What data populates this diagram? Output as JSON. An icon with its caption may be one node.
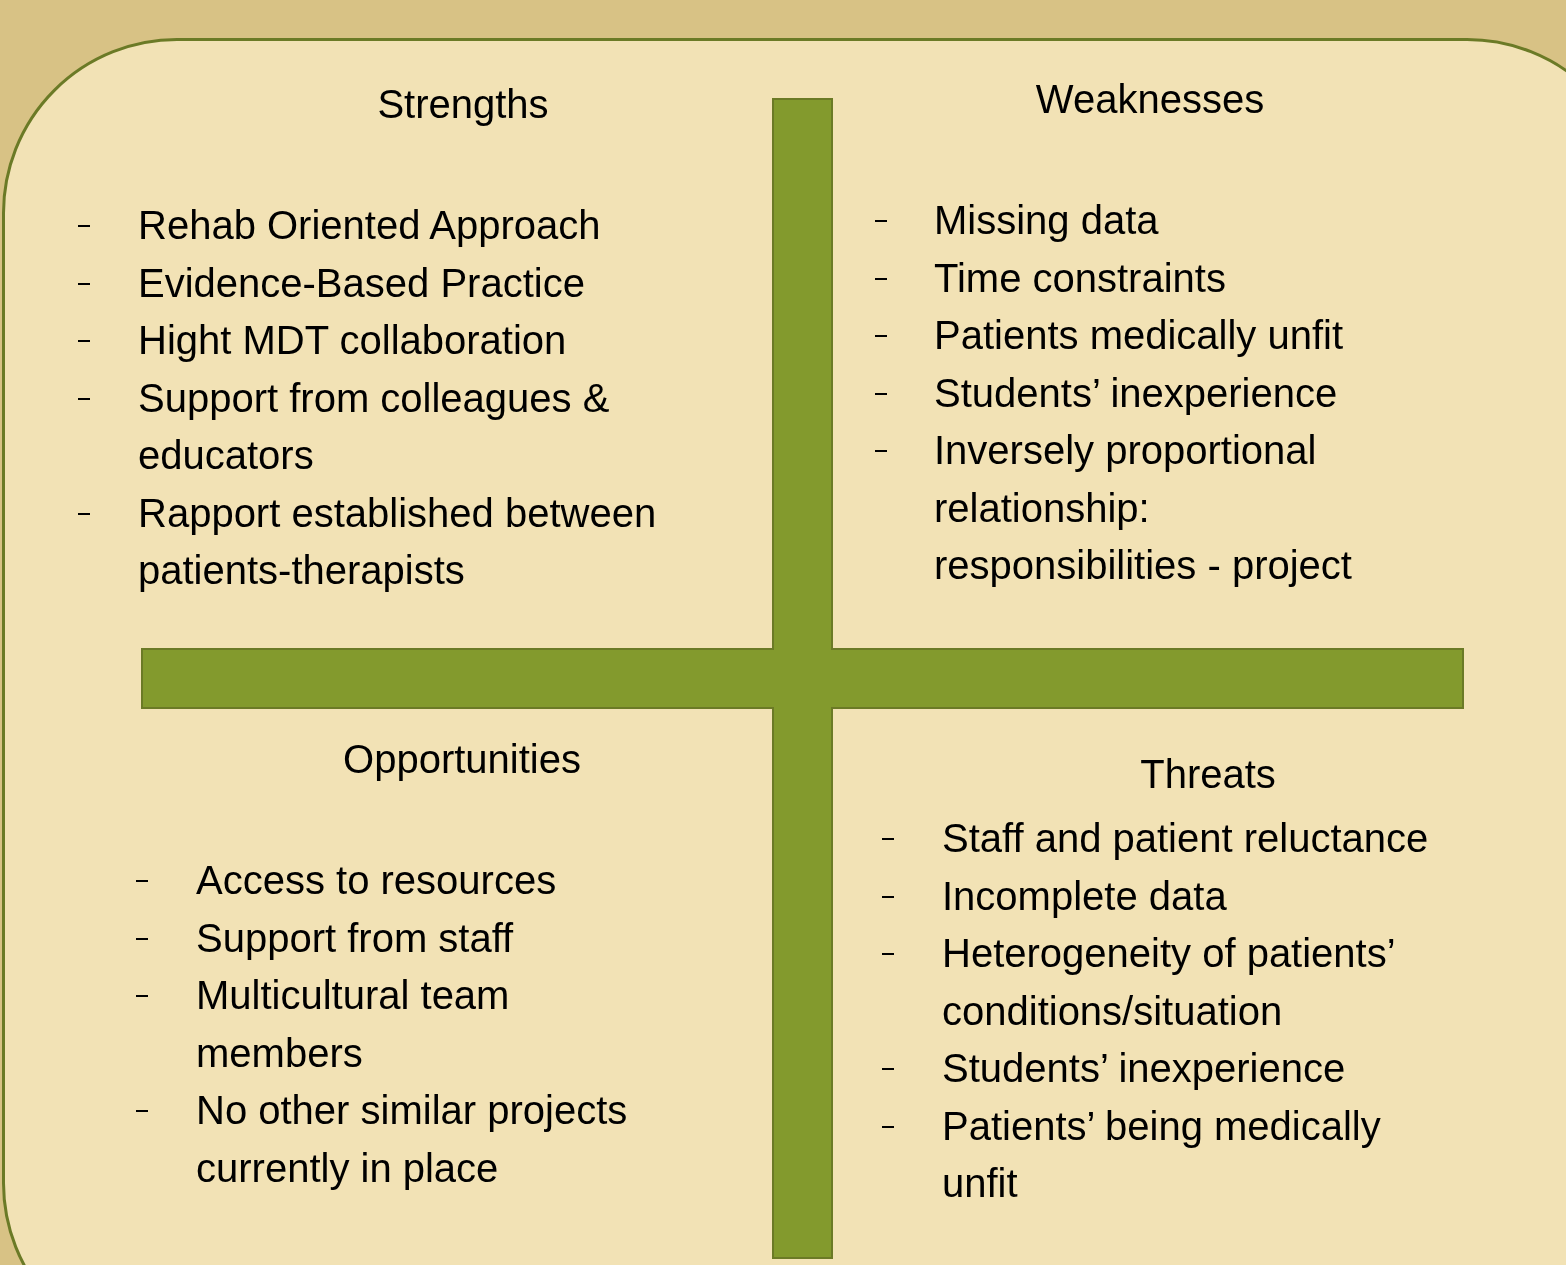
{
  "diagram": {
    "nodes": [
      {
        "text": [
          "Strengths",
          "Rehab Oriented Approach",
          "Evidence-Based Practice",
          "Hight MDT collaboration",
          "Support from colleagues & educators",
          "Rapport established between patients-therapists"
        ]
      },
      {
        "text": [
          "Weaknesses",
          "Missing data",
          "Time constraints",
          "Patients medically unfit",
          "Students’ inexperience",
          "Inversely proportional relationship: responsibilities - project"
        ]
      },
      {
        "text": [
          "Opportunities",
          "Access to resources",
          "Support from staff",
          "Multicultural team members",
          "No other similar projects currently in place"
        ]
      },
      {
        "text": [
          "Threats",
          "Staff and patient reluctance",
          "Incomplete data",
          "Heterogeneity of patients’ conditions/situation",
          "Students’ inexperience",
          "Patients’ being medically unfit"
        ]
      }
    ]
  }
}
